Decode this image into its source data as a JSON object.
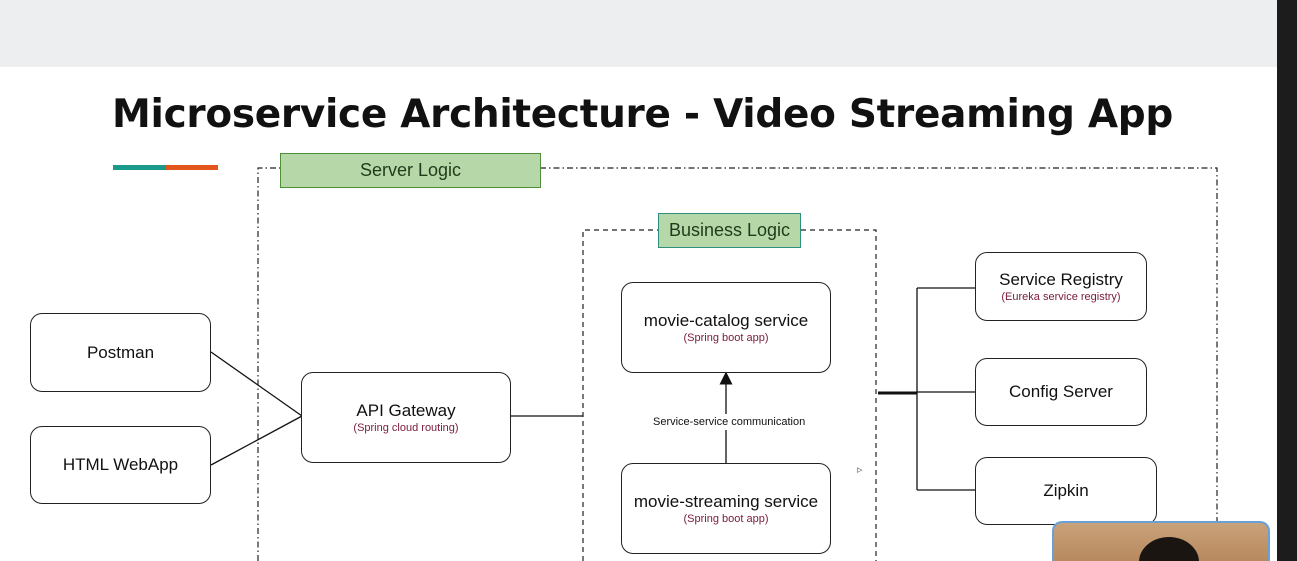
{
  "title": "Microservice Architecture - Video Streaming App",
  "accent_colors": [
    "#1a9a8a",
    "#e2561c"
  ],
  "server_logic_label": "Server Logic",
  "business_logic_label": "Business Logic",
  "clients": [
    {
      "name": "Postman"
    },
    {
      "name": "HTML WebApp"
    }
  ],
  "gateway": {
    "name": "API Gateway",
    "sub": "(Spring cloud routing)"
  },
  "services": [
    {
      "name": "movie-catalog service",
      "sub": "(Spring boot app)"
    },
    {
      "name": "movie-streaming service",
      "sub": "(Spring boot app)"
    }
  ],
  "edge_label": "Service-service communication",
  "infra": [
    {
      "name": "Service Registry",
      "sub": "(Eureka service registry)"
    },
    {
      "name": "Config Server"
    },
    {
      "name": "Zipkin"
    }
  ]
}
